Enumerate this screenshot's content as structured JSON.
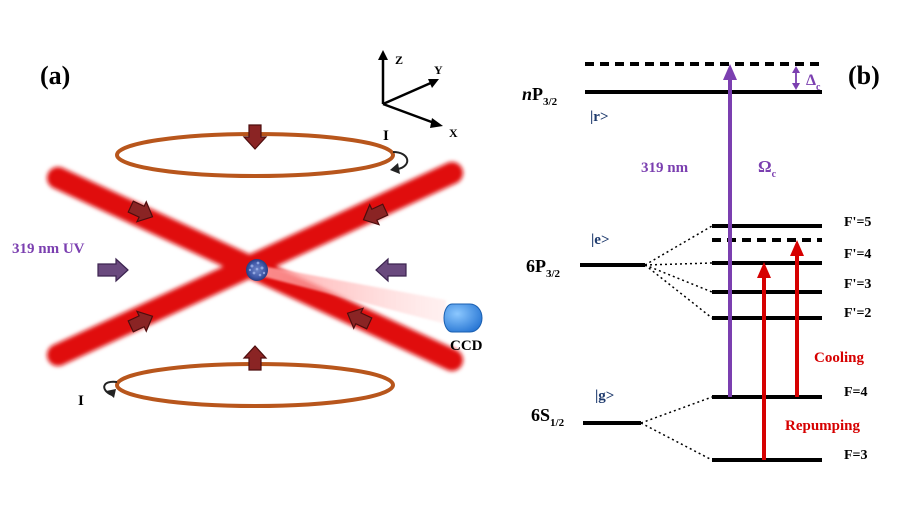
{
  "panel_a": {
    "label": "(a)",
    "uv_label": "319 nm UV",
    "ccd_label": "CCD",
    "current_top": "I",
    "current_bottom": "I",
    "axes": {
      "z": "Z",
      "y": "Y",
      "x": "X"
    },
    "colors": {
      "beam": "#e01010",
      "uv": "#7b3fb0",
      "coil": "#b8561c",
      "ccd": "#2a7fd8"
    }
  },
  "panel_b": {
    "label": "(b)",
    "levels": {
      "np_prefix": "n",
      "np_main": "P",
      "np_sub": "3/2",
      "p_main": "6P",
      "p_sub": "3/2",
      "s_main": "6S",
      "s_sub": "1/2"
    },
    "kets": {
      "r": "|r>",
      "e": "|e>",
      "g": "|g>"
    },
    "laser_label": "319 nm",
    "omega_main": "Ω",
    "omega_sub": "c",
    "delta_main": "Δ",
    "delta_sub": "c",
    "hyperfine_p": [
      "F'=5",
      "F'=4",
      "F'=3",
      "F'=2"
    ],
    "hyperfine_s": [
      "F=4",
      "F=3"
    ],
    "cooling_label": "Cooling",
    "repumping_label": "Repumping",
    "colors": {
      "uv": "#7b3fb0",
      "red": "#d60000",
      "ket": "#1f3b6e"
    }
  }
}
